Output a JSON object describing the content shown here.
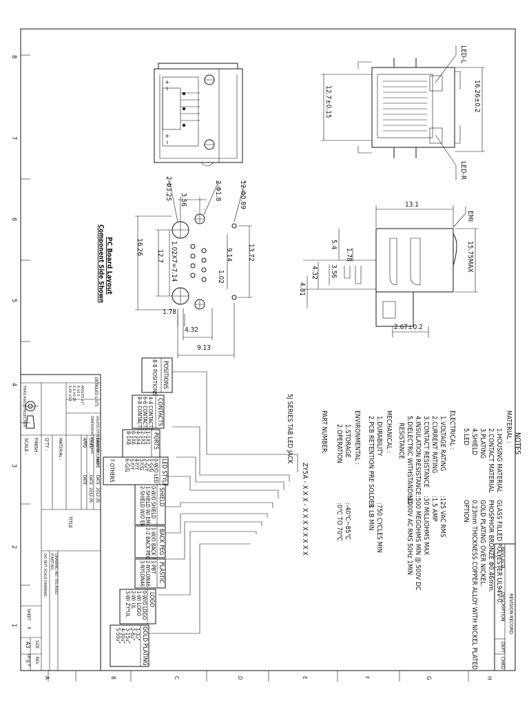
{
  "border": {
    "row_numbers": [
      "8",
      "7",
      "6",
      "5",
      "4",
      "3",
      "2",
      "1"
    ],
    "col_letters": [
      "A",
      "B",
      "C",
      "D",
      "E",
      "F",
      "G",
      "H"
    ]
  },
  "notes": {
    "title": "NOTES",
    "material_header": "MATERIAL :",
    "material": [
      {
        "label": "1.HOUSING MATERIAL",
        "value": "GLASS FILLED POLYESTER UL94V-0."
      },
      {
        "label": "2.CONTACT MATERIAL",
        "value": "PHOSPHOR BRONZE Φ0.46mm."
      },
      {
        "label": "3.PLATING",
        "value": "GOLD PLATING OVER NICKEL."
      },
      {
        "label": "4.SHIELD",
        "value": "0.23mm THICKNESS COPPER ALLOY WITH NICKEL PLATED."
      },
      {
        "label": "5.LED",
        "value": "OPTION"
      }
    ],
    "electrical_header": "ELECTRICAL :",
    "electrical": [
      {
        "label": "1.VOLTAGE RATING",
        "value": ":125 VAC RMS"
      },
      {
        "label": "2.CURRENT RATING",
        "value": ":1.5 AMP"
      },
      {
        "label": "3.CONTACT RESISTANCE",
        "value": ":30 MILLIOHMS MAX"
      },
      {
        "label": "4.INSULATION RESISTANCE",
        "value": ":500 MEGOHMS MIN @ 500V DC"
      },
      {
        "label": "5.DIELECTRIC WITHSTANDING",
        "value": ":1000V AC RMS 50Hz 1MIN"
      },
      {
        "label": "RESISTANCE",
        "value": ""
      }
    ],
    "mechanical_header": "MECHANICAL :",
    "mechanical": [
      {
        "label": "1.DURABILITY",
        "value": ":750 CYCLES MIN"
      },
      {
        "label": "2.PCB RETENTION PRE SOLDER",
        "value": ":1 LB MIN"
      }
    ],
    "environmental_header": "ENVIRONMENTAL :",
    "environmental": [
      {
        "label": "1.STORAGE",
        "value": ":-40℃~85℃"
      },
      {
        "label": "2.OPERATION",
        "value": ":0℃ TO 70℃"
      }
    ],
    "part_number_header": "PART NUMBER:",
    "part_number_code": "ZY5A - X X X - X X X X X X X X",
    "series_label": "5J SERIES TAB LED JACK"
  },
  "options": [
    {
      "title": "POSITIONS",
      "items": [
        "8-8 POSITIONS"
      ]
    },
    {
      "title": "CONTACTS",
      "items": [
        "4-4 CONTACTS",
        "6-6 CONTACTS",
        "8-8 CONTACTS"
      ]
    },
    {
      "title": "PORTS",
      "items": [
        "1-1X1",
        "2-1X2",
        "4-1X4",
        "6-1X6",
        "8-1X8"
      ]
    },
    {
      "title": "LED STYLE",
      "items": [
        "0-W/O LED",
        "1-G/G",
        "2-G/Y",
        "3-Y/G",
        "4-Y/Y",
        "5-Y/Y",
        "6-G/G",
        "7-OTHERS"
      ]
    },
    {
      "title": "SHIELD",
      "items": [
        "0-W/O SHIELD",
        "1-SHIELD W/ EMI",
        "2-SHIELD W/O EMI"
      ]
    },
    {
      "title": "BACK PEG",
      "items": [
        "1-W/O BACK PEG",
        "2-2 BACK PEG"
      ]
    },
    {
      "title": "PLASTIC",
      "items": [
        "1-PBT",
        "2-NYLON46",
        "3-NYLON46"
      ]
    },
    {
      "title": "LOGO",
      "items": [
        "0-W/O LOGO",
        "1-W/ LOGO",
        "2-W/ UL",
        "3-W/ ZY*UL"
      ]
    },
    {
      "title": "GOLD PLATING",
      "items": [
        "1-3u\"",
        "2-6u\"",
        "3-15u\"",
        "4-30u\"",
        "5-50u\""
      ]
    }
  ],
  "revision": {
    "title": "REVISION RECORD",
    "headers": [
      "REV",
      "ECO",
      "DESCRIPTION",
      "DEPT",
      "CHKD"
    ]
  },
  "pcb": {
    "title": "PC Board Layout",
    "subtitle": "Component Side Shown"
  },
  "dims": {
    "d1": "2-Φ3.25",
    "d2": "2-Φ1.8",
    "d3": "12-Φ0.89",
    "d4": "3.56",
    "d5": "16.26",
    "d6": "12.7",
    "d7": "1.02X7=7.14",
    "d8": "9.14",
    "d9": "13.72",
    "d10": "1.02",
    "d11": "1.78",
    "d12": "4.32",
    "d13": "9.13",
    "d14": "12.7±0.15",
    "d15": "16.26±0.2",
    "d16": "LED-L",
    "d17": "LED-R",
    "d18": "13.1",
    "d19": "EMI",
    "d20": "15.75MAX",
    "d21": "5.4",
    "d22": "1.78",
    "d23": "3.56",
    "d24": "4.32",
    "d25": "4.81",
    "d26": "2.67±0.2"
  },
  "titleblock": {
    "detailed": "DETAILED LISTS",
    "tolerance_head": "UNLESS OTHERWISE SPECIFIED",
    "tolerances": [
      "DIMENSIONS ARE IN mm",
      "ANGLES ±1°",
      "X ±0.5",
      "X.X ±0.25",
      "X.XX ±0.1"
    ],
    "projection": "THIRD ANGLE PROJECTION",
    "scale": "SCALE :",
    "finish": "FINISH :",
    "qty": "Q'TY :",
    "material": "MATERIAL :",
    "drawn": "DRAWN",
    "checked": "CHKD",
    "approved": "APPD",
    "name_label": "NAME",
    "date_label": "DATE",
    "drawn_date": "2012.05",
    "chkd_date": "2012.05",
    "title_label": "TITLE",
    "drawing_no": "DRAWING NO.  TEL-A002",
    "part_no": "P/ART NO.",
    "no_scale": "DO NOT SCALE DRAWING",
    "size_label": "SIZE",
    "size": "A3",
    "rev_label": "REV",
    "rev": "0",
    "sheet": "SHEET",
    "sheet_x": "X",
    "of": "OF",
    "sheet_y": "Y"
  }
}
